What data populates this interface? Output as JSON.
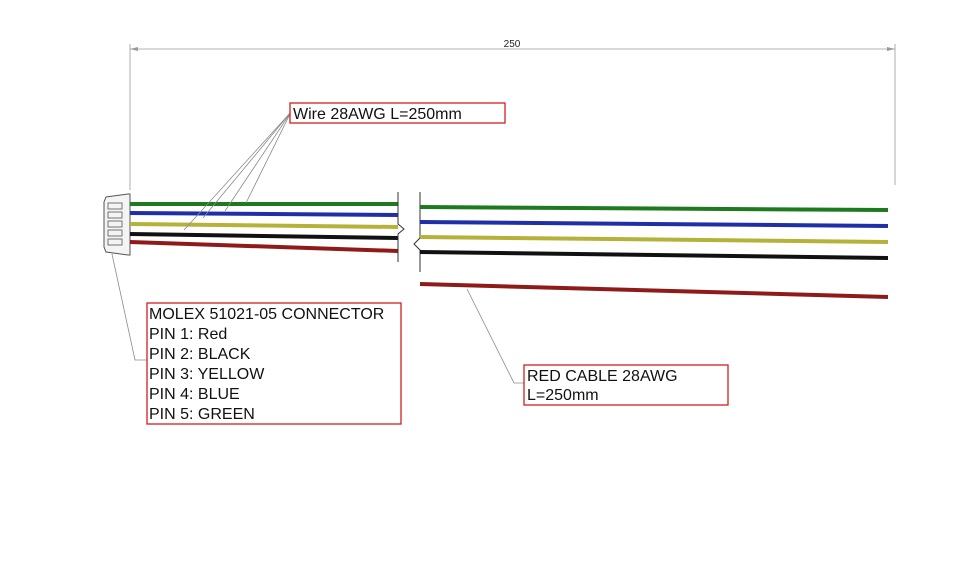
{
  "dimension": {
    "value": "250"
  },
  "wire_note": {
    "label": "Wire 28AWG L=250mm"
  },
  "connector_note": {
    "lines": [
      "MOLEX 51021-05 CONNECTOR",
      "PIN 1: Red",
      "PIN 2: BLACK",
      "PIN 3: YELLOW",
      "PIN 4: BLUE",
      "PIN 5: GREEN"
    ]
  },
  "cable_note": {
    "lines": [
      "RED CABLE 28AWG",
      "L=250mm"
    ]
  },
  "colors": {
    "green": "#1e7a1e",
    "blue": "#1f2fa8",
    "yellow": "#b5b23a",
    "black": "#111111",
    "red": "#8f1a1a",
    "note_border": "#d11f1f",
    "leader": "#8a8a8a"
  }
}
